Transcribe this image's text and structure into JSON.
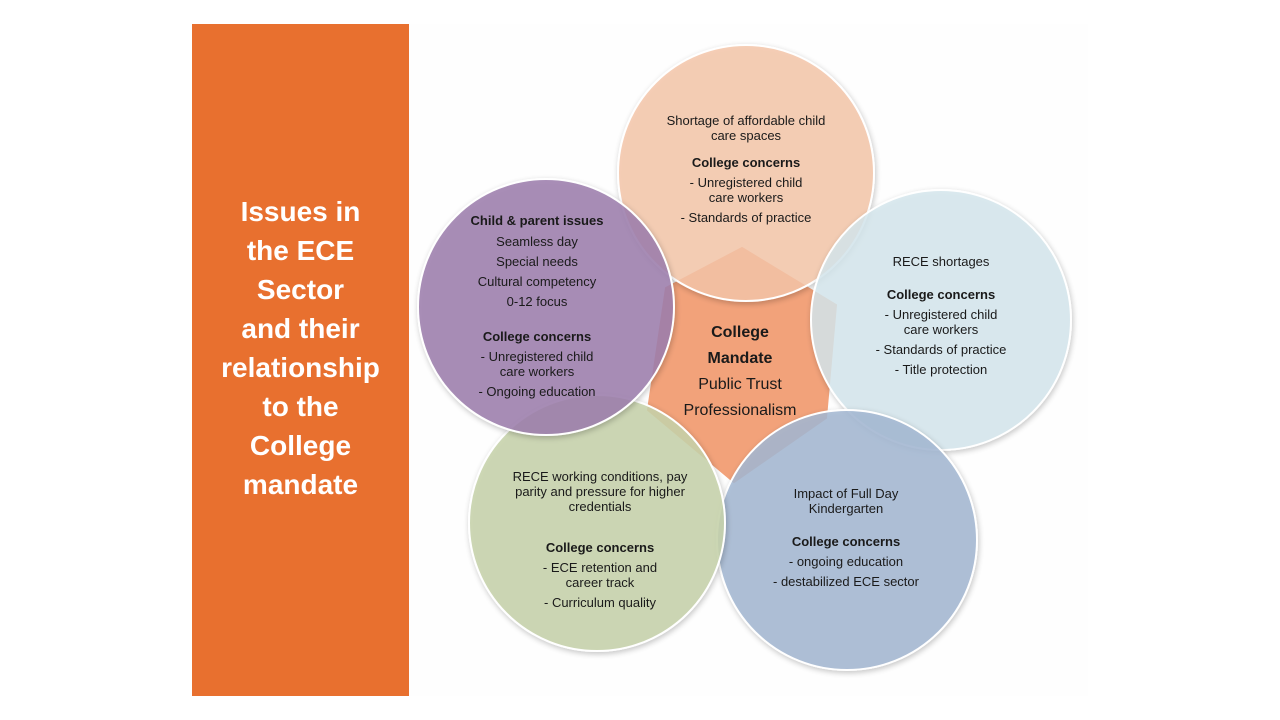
{
  "side_panel": {
    "title_lines": [
      "Issues in",
      "the ECE",
      "Sector",
      "and their",
      "relationship",
      "to the",
      "College",
      "mandate"
    ]
  },
  "colors": {
    "panel": "#e8702f",
    "center": "#f2a27a",
    "top_circle": "#f6c7a9",
    "right_circle": "#d6e8ee",
    "bottom_right_circle": "#a5b8d3",
    "bottom_left_circle": "#c8d3ac",
    "left_circle": "#9d7fae"
  },
  "center": {
    "title_line1": "College",
    "title_line2": "Mandate",
    "line3": "Public Trust",
    "line4": "Professionalism"
  },
  "top": {
    "issue_lines": [
      "Shortage of affordable child",
      "care spaces"
    ],
    "concerns_heading": "College concerns",
    "concern_lines": [
      "- Unregistered child",
      "care workers",
      "- Standards of practice"
    ]
  },
  "right": {
    "issue_lines": [
      "RECE shortages"
    ],
    "concerns_heading": "College concerns",
    "concern_lines": [
      "- Unregistered child",
      "care workers",
      "- Standards of practice",
      "- Title protection"
    ]
  },
  "bottom_right": {
    "issue_lines": [
      "Impact of Full Day",
      "Kindergarten"
    ],
    "concerns_heading": "College concerns",
    "concern_lines": [
      "- ongoing education",
      "- destabilized ECE sector"
    ]
  },
  "bottom_left": {
    "issue_lines": [
      "RECE working conditions, pay",
      "parity and pressure for higher",
      "credentials"
    ],
    "concerns_heading": "College concerns",
    "concern_lines": [
      "- ECE retention and",
      "career track",
      "- Curriculum quality"
    ]
  },
  "left": {
    "issue_heading": "Child & parent issues",
    "issue_lines": [
      "Seamless day",
      "Special needs",
      "Cultural competency",
      "0-12 focus"
    ],
    "concerns_heading": "College concerns",
    "concern_lines": [
      "- Unregistered child",
      "care workers",
      "- Ongoing education"
    ]
  }
}
